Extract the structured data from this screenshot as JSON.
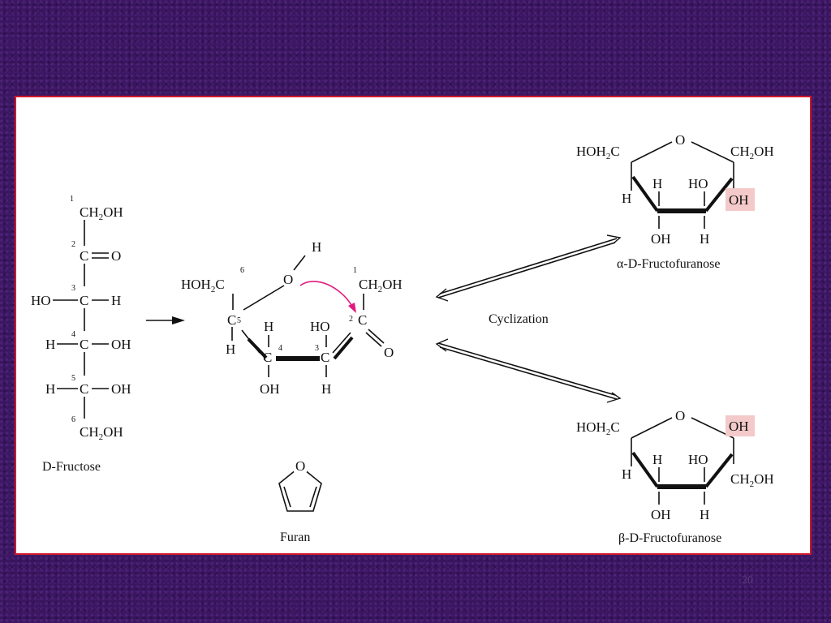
{
  "fructose_open_chain": {
    "caption": "D-Fructose",
    "carbon_numbers": [
      "1",
      "2",
      "3",
      "4",
      "5",
      "6"
    ],
    "carbon": "C",
    "ch2oh": "CH",
    "ch2oh_sub": "2",
    "ch2oh_tail": "OH",
    "oxygen": "O",
    "ho": "HO",
    "h": "H",
    "oh": "OH"
  },
  "intermediate": {
    "hoh2c_left": "HOH",
    "hoh2c_sub": "2",
    "hoh2c_right": "C",
    "ring_oxygen": "O",
    "hydrogen": "H",
    "ch2oh": "CH",
    "ch2oh_sub": "2",
    "ch2oh_tail": "OH",
    "carbon": "C",
    "carbonyl_oxygen": "O",
    "ho": "HO",
    "h": "H",
    "oh": "OH",
    "carbon_numbers": [
      "1",
      "2",
      "3",
      "4",
      "5",
      "6"
    ]
  },
  "furan": {
    "caption": "Furan",
    "oxygen": "O"
  },
  "reaction_label": "Cyclization",
  "alpha_anomer": {
    "caption": "α-D-Fructofuranose",
    "hoh2c_left": "HOH",
    "hoh2c_sub": "2",
    "hoh2c_right": "C",
    "ring_oxygen": "O",
    "ch2oh": "CH",
    "ch2oh_sub": "2",
    "ch2oh_tail": "OH",
    "h": "H",
    "ho": "HO",
    "oh": "OH",
    "highlighted": "OH"
  },
  "beta_anomer": {
    "caption": "β-D-Fructofuranose",
    "hoh2c_left": "HOH",
    "hoh2c_sub": "2",
    "hoh2c_right": "C",
    "ring_oxygen": "O",
    "ch2oh": "CH",
    "ch2oh_sub": "2",
    "ch2oh_tail": "OH",
    "h": "H",
    "ho": "HO",
    "oh": "OH",
    "highlighted": "OH"
  },
  "colors": {
    "panel_border": "#d2182b",
    "highlight": "#f3c9c9",
    "arrow_magenta": "#e0197d"
  },
  "page_number": "20"
}
